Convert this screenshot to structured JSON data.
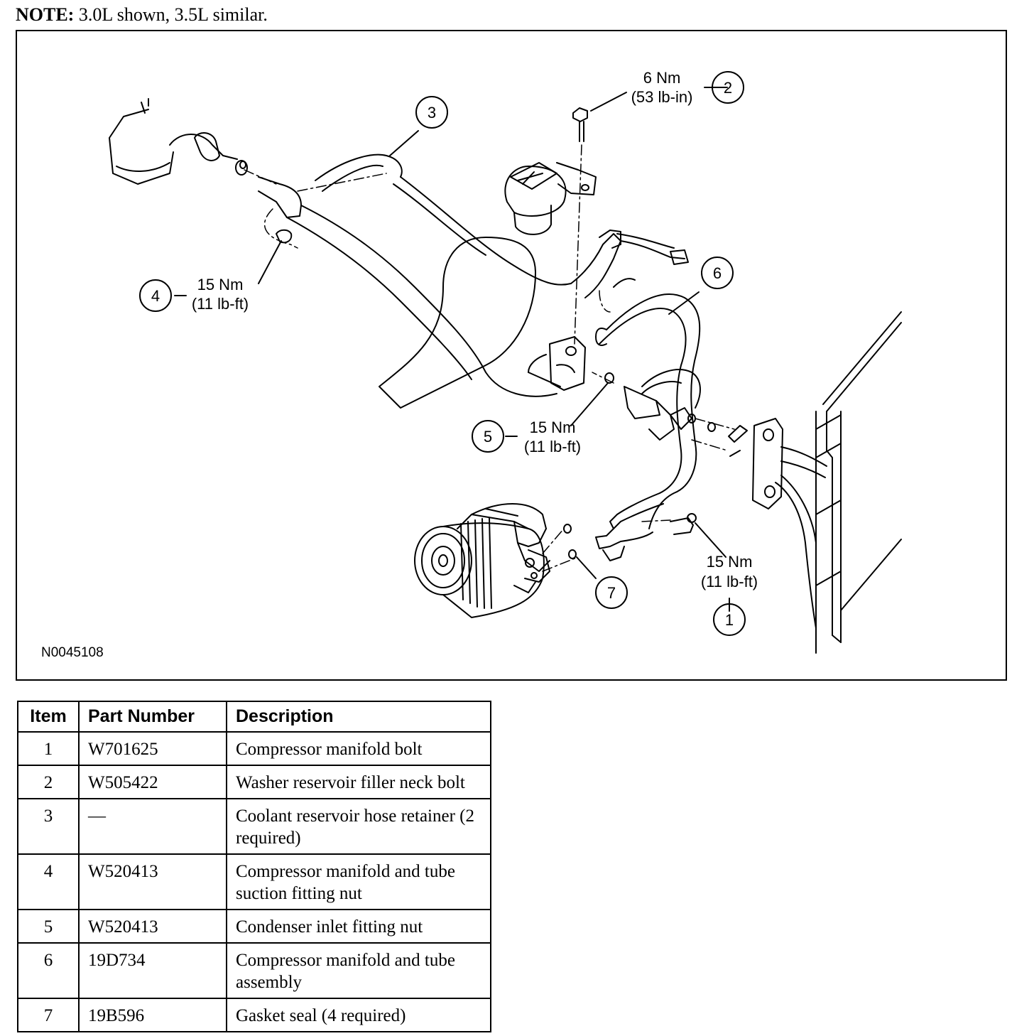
{
  "note": {
    "label": "NOTE:",
    "text": " 3.0L shown, 3.5L similar."
  },
  "figure": {
    "id": "N0045108",
    "callouts": [
      {
        "num": "1",
        "torque": [
          "15 Nm",
          "(11 lb-ft)"
        ]
      },
      {
        "num": "2",
        "torque": [
          "6 Nm",
          "(53 lb-in)"
        ]
      },
      {
        "num": "3",
        "torque": []
      },
      {
        "num": "4",
        "torque": [
          "15 Nm",
          "(11 lb-ft)"
        ]
      },
      {
        "num": "5",
        "torque": [
          "15 Nm",
          "(11 lb-ft)"
        ]
      },
      {
        "num": "6",
        "torque": []
      },
      {
        "num": "7",
        "torque": []
      }
    ]
  },
  "table": {
    "headers": [
      "Item",
      "Part Number",
      "Description"
    ],
    "rows": [
      {
        "item": "1",
        "part": "W701625",
        "desc": "Compressor manifold bolt"
      },
      {
        "item": "2",
        "part": "W505422",
        "desc": "Washer reservoir filler neck bolt"
      },
      {
        "item": "3",
        "part": "—",
        "desc": "Coolant reservoir hose retainer (2 required)"
      },
      {
        "item": "4",
        "part": "W520413",
        "desc": "Compressor manifold and tube suction fitting nut"
      },
      {
        "item": "5",
        "part": "W520413",
        "desc": "Condenser inlet fitting nut"
      },
      {
        "item": "6",
        "part": "19D734",
        "desc": "Compressor manifold and tube assembly"
      },
      {
        "item": "7",
        "part": "19B596",
        "desc": "Gasket seal (4 required)"
      }
    ]
  }
}
